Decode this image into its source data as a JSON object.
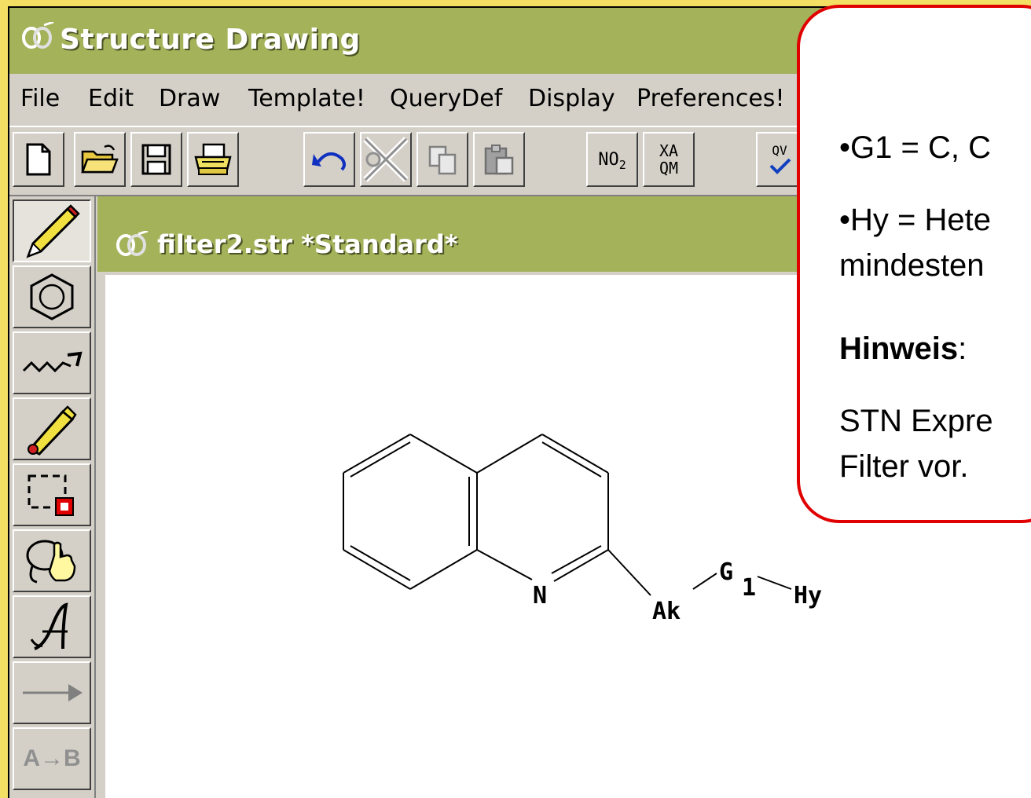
{
  "window": {
    "title": "Structure Drawing"
  },
  "menu": [
    "File",
    "Edit",
    "Draw",
    "Template!",
    "QueryDef",
    "Display",
    "Preferences!"
  ],
  "toolbar": {
    "no2_label": "NO",
    "no2_sub": "2",
    "xaqm_top": "XA",
    "xaqm_bottom": "QM",
    "qv_label": "QV"
  },
  "left_tools": {
    "reaction_label": "A→B"
  },
  "document": {
    "title": "filter2.str *Standard*"
  },
  "structure": {
    "atoms": {
      "n": "N",
      "ak": "Ak",
      "g": "G",
      "g_sub": "1",
      "hy": "Hy"
    }
  },
  "callout": {
    "line1": "•G1 = C, C",
    "line2": "•Hy = Hete",
    "line3": "mindesten",
    "hint_label": "Hinweis",
    "hint_colon": ":",
    "line5": "STN Expre",
    "line6": "Filter vor."
  },
  "colors": {
    "titlebar": "#a4b25a",
    "background": "#f3df63",
    "callout_border": "#e00000"
  }
}
